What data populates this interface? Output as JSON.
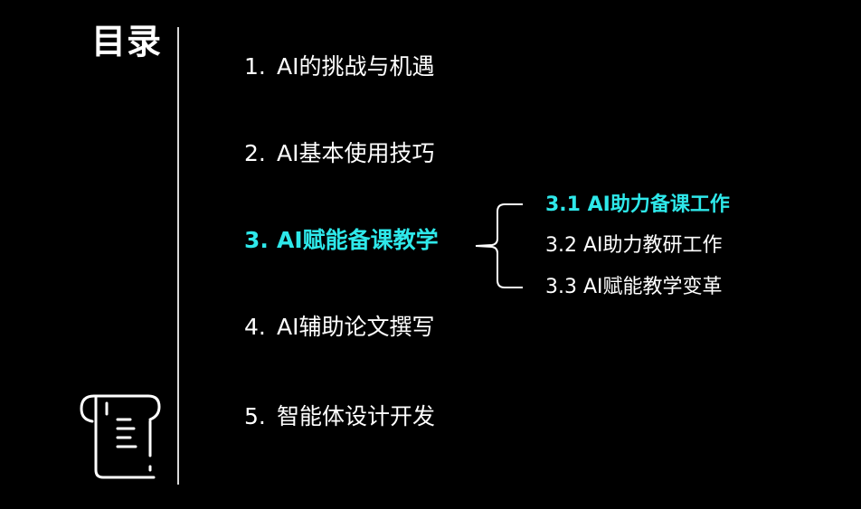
{
  "slide": {
    "title": "目录"
  },
  "toc": {
    "items": [
      {
        "num": "1.",
        "label": "AI的挑战与机遇"
      },
      {
        "num": "2.",
        "label": "AI基本使用技巧"
      },
      {
        "num": "3.",
        "label": "AI赋能备课教学"
      },
      {
        "num": "4.",
        "label": "AI辅助论文撰写"
      },
      {
        "num": "5.",
        "label": "智能体设计开发"
      }
    ],
    "subitems": [
      {
        "label": "3.1 AI助力备课工作"
      },
      {
        "label": "3.2 AI助力教研工作"
      },
      {
        "label": "3.3 AI赋能教学变革"
      }
    ]
  },
  "colors": {
    "background": "#000000",
    "text": "#ffffff",
    "accent": "#2ee8ea",
    "divider": "#d9d9d9"
  },
  "icons": {
    "decor": "scroll-document-icon"
  }
}
